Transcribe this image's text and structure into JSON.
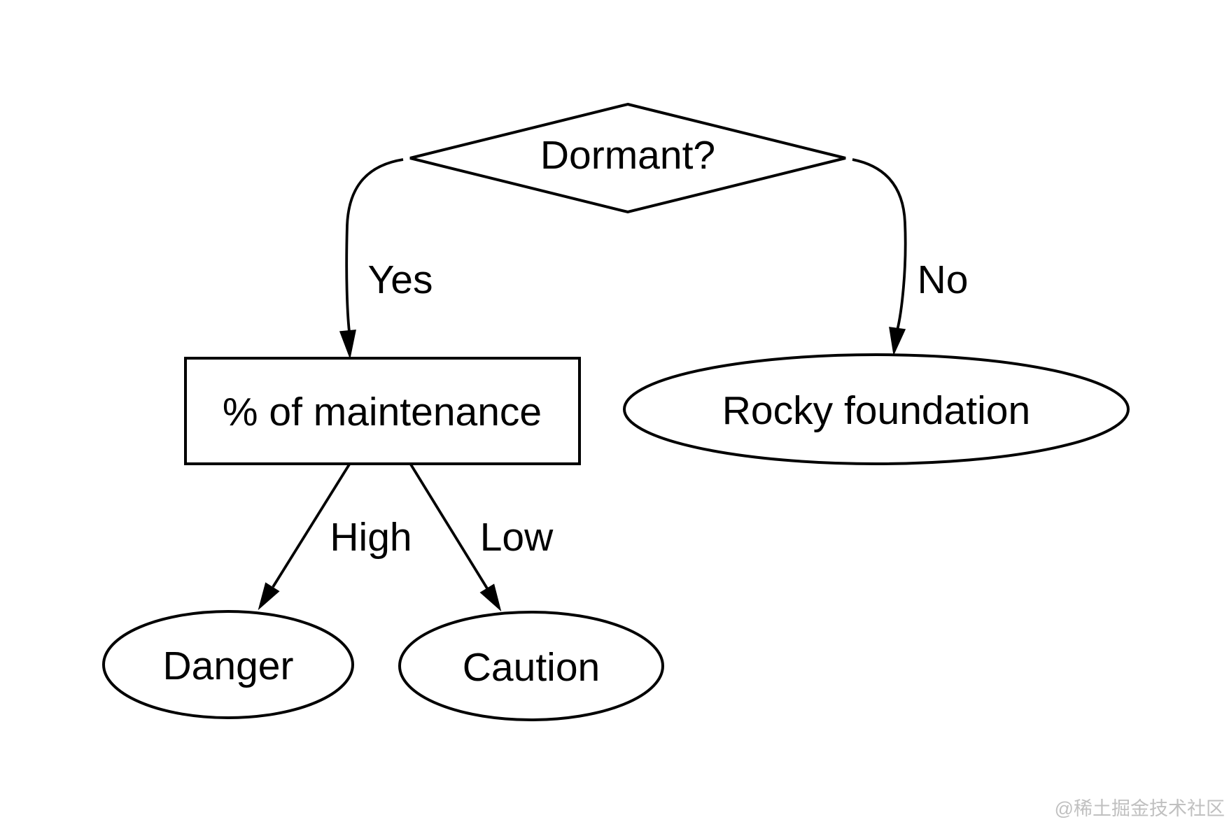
{
  "diagram": {
    "type": "flowchart",
    "background_color": "#ffffff",
    "line_color": "#000000",
    "nodes": {
      "dormant": {
        "label": "Dormant?",
        "shape": "diamond"
      },
      "maintenance": {
        "label": "% of maintenance",
        "shape": "rectangle"
      },
      "rocky": {
        "label": "Rocky foundation",
        "shape": "ellipse"
      },
      "danger": {
        "label": "Danger",
        "shape": "ellipse"
      },
      "caution": {
        "label": "Caution",
        "shape": "ellipse"
      }
    },
    "edges": {
      "yes": {
        "label": "Yes",
        "from": "dormant",
        "to": "maintenance"
      },
      "no": {
        "label": "No",
        "from": "dormant",
        "to": "rocky"
      },
      "high": {
        "label": "High",
        "from": "maintenance",
        "to": "danger"
      },
      "low": {
        "label": "Low",
        "from": "maintenance",
        "to": "caution"
      }
    }
  },
  "watermark": {
    "text": "@稀土掘金技术社区",
    "color": "#c0c0c0"
  }
}
